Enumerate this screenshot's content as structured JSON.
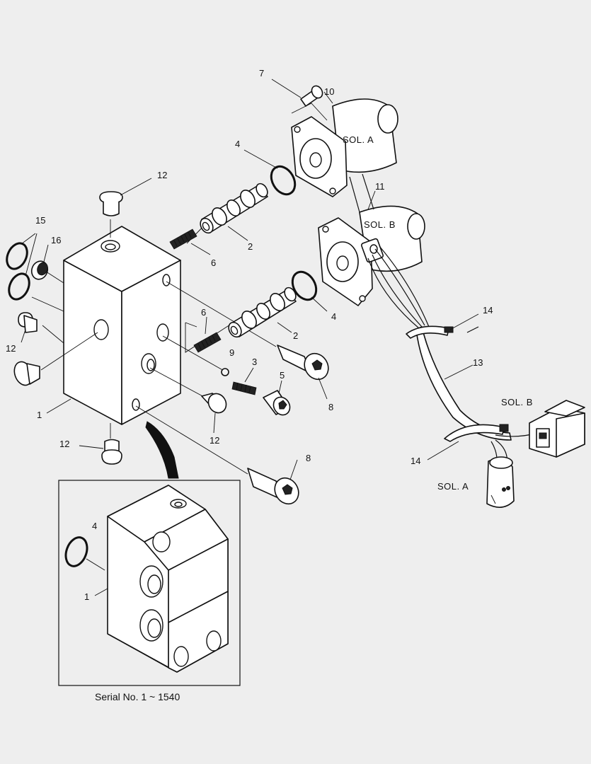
{
  "labels": {
    "n1_main": "1",
    "n1_inset": "1",
    "n2_upper": "2",
    "n2_lower": "2",
    "n3": "3",
    "n4_upper": "4",
    "n4_lower": "4",
    "n4_inset": "4",
    "n5": "5",
    "n6_upper": "6",
    "n6_lower": "6",
    "n7": "7",
    "n8_upper": "8",
    "n8_lower": "8",
    "n9": "9",
    "n10": "10",
    "n11": "11",
    "n12_top": "12",
    "n12_left": "12",
    "n12_bottom": "12",
    "n12_right": "12",
    "n13": "13",
    "n14_upper": "14",
    "n14_lower": "14",
    "n15": "15",
    "n16": "16"
  },
  "solenoids": {
    "sol_a_coil": "SOL. A",
    "sol_b_coil": "SOL. B",
    "sol_b_connector": "SOL. B",
    "sol_a_connector": "SOL. A"
  },
  "inset": {
    "caption": "Serial No. 1 ~ 1540"
  }
}
